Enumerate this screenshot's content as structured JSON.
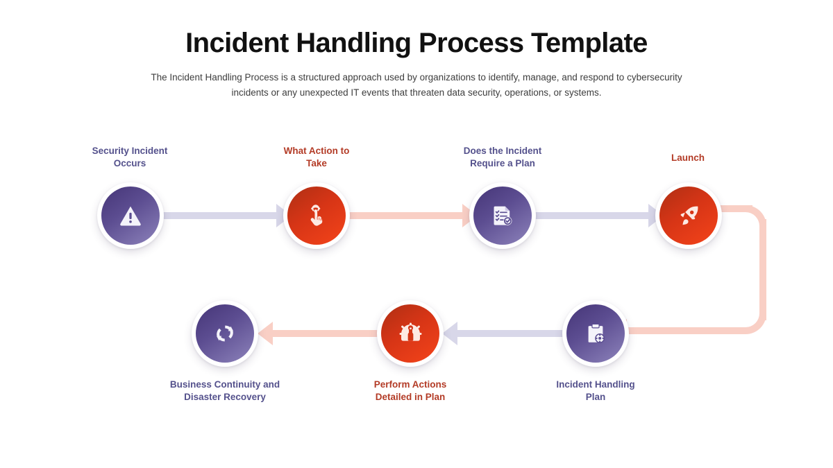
{
  "header": {
    "title": "Incident Handling Process Template",
    "subtitle": "The Incident Handling Process is a structured approach used by organizations to identify, manage, and respond to cybersecurity incidents or any unexpected IT events that threaten data security, operations, or systems."
  },
  "theme": {
    "background": "#ffffff",
    "title_color": "#111111",
    "subtitle_color": "#3d3d3d",
    "purple_label": "#54518c",
    "red_label": "#b33b26",
    "purple_node_from": "#453577",
    "purple_node_to": "#8d83bb",
    "red_node_from": "#ae2f14",
    "red_node_to": "#f4441a",
    "purple_arrow": "#d8d7e9",
    "red_arrow": "#f9cfc5"
  },
  "steps": [
    {
      "id": 1,
      "label": "Security Incident\nOccurs",
      "color": "purple",
      "icon": "warning-triangle-icon"
    },
    {
      "id": 2,
      "label": "What Action to\nTake",
      "color": "red",
      "icon": "tap-hand-icon"
    },
    {
      "id": 3,
      "label": "Does the Incident\nRequire a Plan",
      "color": "purple",
      "icon": "checklist-document-icon"
    },
    {
      "id": 4,
      "label": "Launch",
      "color": "red",
      "icon": "rocket-icon"
    },
    {
      "id": 5,
      "label": "Incident Handling\nPlan",
      "color": "purple",
      "icon": "clipboard-gear-icon"
    },
    {
      "id": 6,
      "label": "Perform Actions\nDetailed in Plan",
      "color": "red",
      "icon": "gear-wrench-icon"
    },
    {
      "id": 7,
      "label": "Business Continuity and\nDisaster Recovery",
      "color": "purple",
      "icon": "refresh-cycle-icon"
    }
  ],
  "connectors": [
    {
      "name": "arrow-step1-to-step2",
      "color": "purple",
      "direction": "right"
    },
    {
      "name": "arrow-step2-to-step3",
      "color": "red",
      "direction": "right"
    },
    {
      "name": "arrow-step3-to-step4",
      "color": "purple",
      "direction": "right"
    },
    {
      "name": "elbow-step4-to-step5",
      "color": "red",
      "direction": "left"
    },
    {
      "name": "arrow-step5-to-step6",
      "color": "purple",
      "direction": "left"
    },
    {
      "name": "arrow-step6-to-step7",
      "color": "red",
      "direction": "left"
    }
  ]
}
